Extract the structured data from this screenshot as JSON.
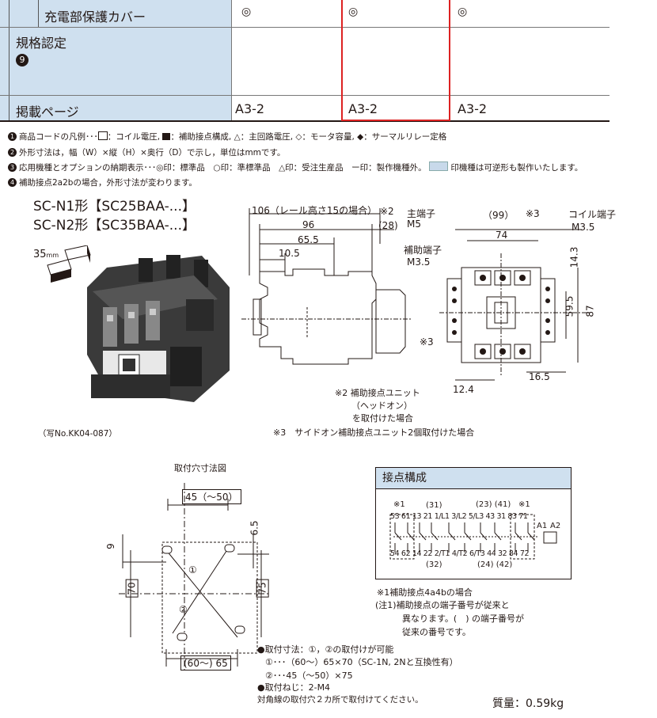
{
  "table": {
    "row1_label": "充電部保護カバー",
    "row1_values": [
      "◎",
      "◎",
      "◎"
    ],
    "row2_label": "規格認定",
    "row2_badge": "9",
    "row3_label": "掲載ページ",
    "row3_values": [
      "A3-2",
      "A3-2",
      "A3-2"
    ]
  },
  "notes": {
    "n1_num": "1",
    "n1_a": "商品コードの凡例･･･",
    "n1_b": "：コイル電圧,",
    "n1_c": "：補助接点構成,",
    "n1_d": "△：主回路電圧,",
    "n1_e": "◇：モータ容量,",
    "n1_f": "◆：サーマルリレー定格",
    "n2_num": "2",
    "n2_text": "外形寸法は，幅（W）×縦（H）×奥行（D）で示し，単位はmmです。",
    "n3_num": "3",
    "n3_a": "応用機種とオプションの納期表示･･･◎印：標準品　○印：準標準品　△印：受注生産品　ー印：製作機種外。",
    "n3_b": "印機種は可逆形も製作いたします。",
    "n4_num": "4",
    "n4_text": "補助接点2a2bの場合，外形寸法が変わります。"
  },
  "product": {
    "line1": "SC-N1形【SC25BAA-...】",
    "line2": "SC-N2形【SC35BAA-...】",
    "rail": "35",
    "rail_unit": "mm",
    "photo_caption": "（写No.KK04-087）"
  },
  "side_view": {
    "dim_106": "106（レール高さ15の場合）",
    "dim_96": "96",
    "dim_655": "65.5",
    "dim_105": "10.5",
    "mark_2": "※2",
    "dim_28": "(28)",
    "note_a": "※2 補助接点ユニット",
    "note_b": "（ヘッドオン）",
    "note_c": "を取付けた場合"
  },
  "front_view": {
    "main_terminal": "主端子",
    "main_terminal_size": "M5",
    "aux_terminal": "補助端子",
    "aux_terminal_size": "M3.5",
    "coil_terminal": "コイル端子",
    "coil_terminal_size": "M3.5",
    "dim_99": "（99）",
    "mark_3": "※3",
    "dim_74": "74",
    "dim_143": "14.3",
    "dim_595": "59.5",
    "dim_87": "87",
    "dim_165": "16.5",
    "dim_124": "12.4",
    "mark_3b": "※3",
    "note": "※3　サイドオン補助接点ユニット2個取付けた場合"
  },
  "mount": {
    "title": "取付穴寸法図",
    "dim_45": "45（～50）",
    "dim_9": "9",
    "dim_65": "6.5",
    "dim_70": "70",
    "dim_75": "75",
    "dim_60": "(60～) 65",
    "hole1": "①",
    "hole2": "②",
    "spec_title": "●取付寸法：①，②の取付けが可能",
    "spec1": "①･･･（60～）65×70（SC-1N, 2Nと互換性有）",
    "spec2": "②･･･45（～50）×75",
    "screw": "●取付ねじ：2-M4",
    "diag": "対角線の取付穴２カ所で取付けてください。"
  },
  "contacts": {
    "title": "接点構成",
    "mark1": "※1",
    "t31": "(31)",
    "t2341": "(23) (41)",
    "mark1b": "※1",
    "top": [
      "53",
      "61",
      "13",
      "21",
      "1/L1",
      "3/L2",
      "5/L3",
      "43",
      "31",
      "83",
      "71"
    ],
    "bottom": [
      "54",
      "62",
      "14",
      "22",
      "2/T1",
      "4/T2",
      "6/T3",
      "44",
      "32",
      "84",
      "72"
    ],
    "a1": "A1",
    "a2": "A2",
    "b32": "(32)",
    "b2442": "(24) (42)",
    "note1": "※1補助接点4a4bの場合",
    "note2": "(注1)補助接点の端子番号が従来と",
    "note3": "異なります。(　) の端子番号が",
    "note4": "従来の番号です。"
  },
  "weight": "質量：0.59kg"
}
